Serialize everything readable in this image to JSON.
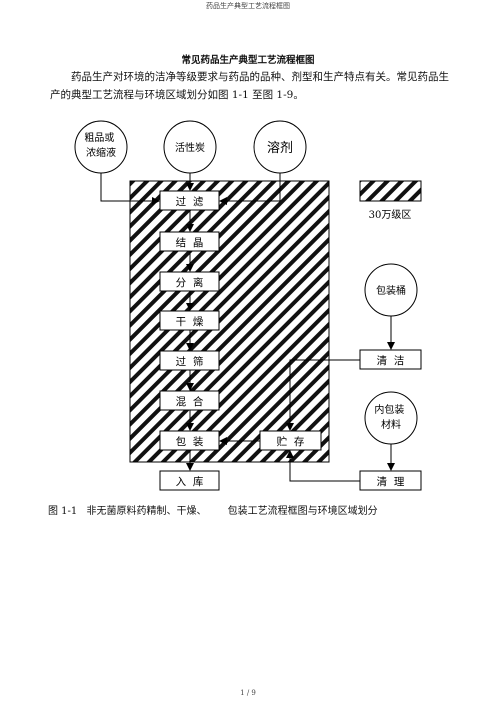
{
  "header": "药品生产典型工艺流程框图",
  "title": "常见药品生产典型工艺流程框图",
  "paragraph": "药品生产对环境的洁净等级要求与药品的品种、剂型和生产特点有关。常见药品生产的典型工艺流程与环境区域划分如图 1-1 至图 1-9。",
  "diagram": {
    "inputs": {
      "crude": "粗品或浓缩液",
      "carbon": "活性炭",
      "solvent": "溶剂"
    },
    "steps": {
      "filter": "过  滤",
      "crystal": "结  晶",
      "separate": "分  离",
      "dry": "干  燥",
      "sieve": "过  筛",
      "mix": "混  合",
      "pack": "包  装",
      "storage": "贮  存",
      "warehouse": "入  库",
      "clean": "清  洁",
      "tidy": "清  理"
    },
    "side": {
      "bucket": "包装桶",
      "inner": "内包装材料"
    },
    "legend_label": "30万级区"
  },
  "caption": {
    "number": "图 1-1",
    "text_a": "非无菌原料药精制、干燥、",
    "text_b": "包装工艺流程框图与环境区域划分"
  },
  "footer": "1 / 9"
}
